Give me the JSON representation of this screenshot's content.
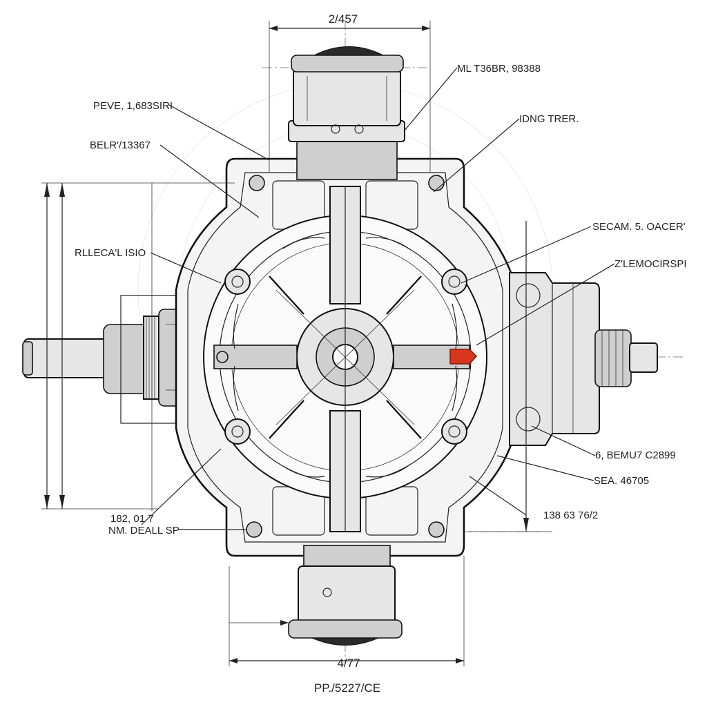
{
  "labels": {
    "top_right": "ML T36BR, 98388",
    "top_left_1": "PEVE, 1,683SIRI",
    "top_left_2": "BELR'/13367",
    "right_1": "IDNG TRER.",
    "right_2": "SECAM. 5. OACER'",
    "right_3": "Z'LEMOCIRSPI",
    "left_1": "RLLECA'L ISIO",
    "right_4": "6, BEMU7 C2899",
    "right_5": "SEA. 46705",
    "right_6": "138 63 76/2",
    "bottom_left_1": "182, 01 7",
    "bottom_left_2": "NM. DEALL SP"
  },
  "dimensions": {
    "top": "2/457",
    "bottom": "4/77"
  },
  "title": "PP./5227/CE",
  "colors": {
    "line": "#222222",
    "accent": "#d9361e"
  }
}
